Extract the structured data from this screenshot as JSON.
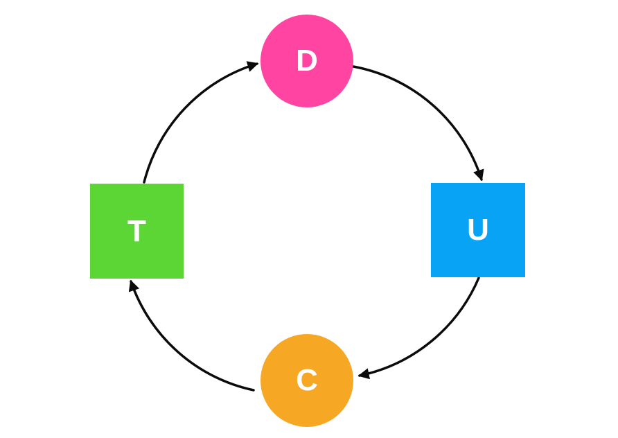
{
  "diagram": {
    "type": "cycle",
    "background_color": "#ffffff",
    "nodes": {
      "D": {
        "label": "D",
        "shape": "circle",
        "color": "#FF44A1",
        "position": "top"
      },
      "U": {
        "label": "U",
        "shape": "square",
        "color": "#09A3F5",
        "position": "right"
      },
      "C": {
        "label": "C",
        "shape": "circle",
        "color": "#F6A724",
        "position": "bottom"
      },
      "T": {
        "label": "T",
        "shape": "square",
        "color": "#5CD635",
        "position": "left"
      }
    },
    "label_color": "#ffffff",
    "edges": [
      {
        "from": "T",
        "to": "D"
      },
      {
        "from": "D",
        "to": "U"
      },
      {
        "from": "U",
        "to": "C"
      },
      {
        "from": "C",
        "to": "T"
      }
    ],
    "edge_style": {
      "color": "#0b0b0b",
      "arrowhead": "filled-triangle",
      "curve": "circular-arc"
    }
  }
}
